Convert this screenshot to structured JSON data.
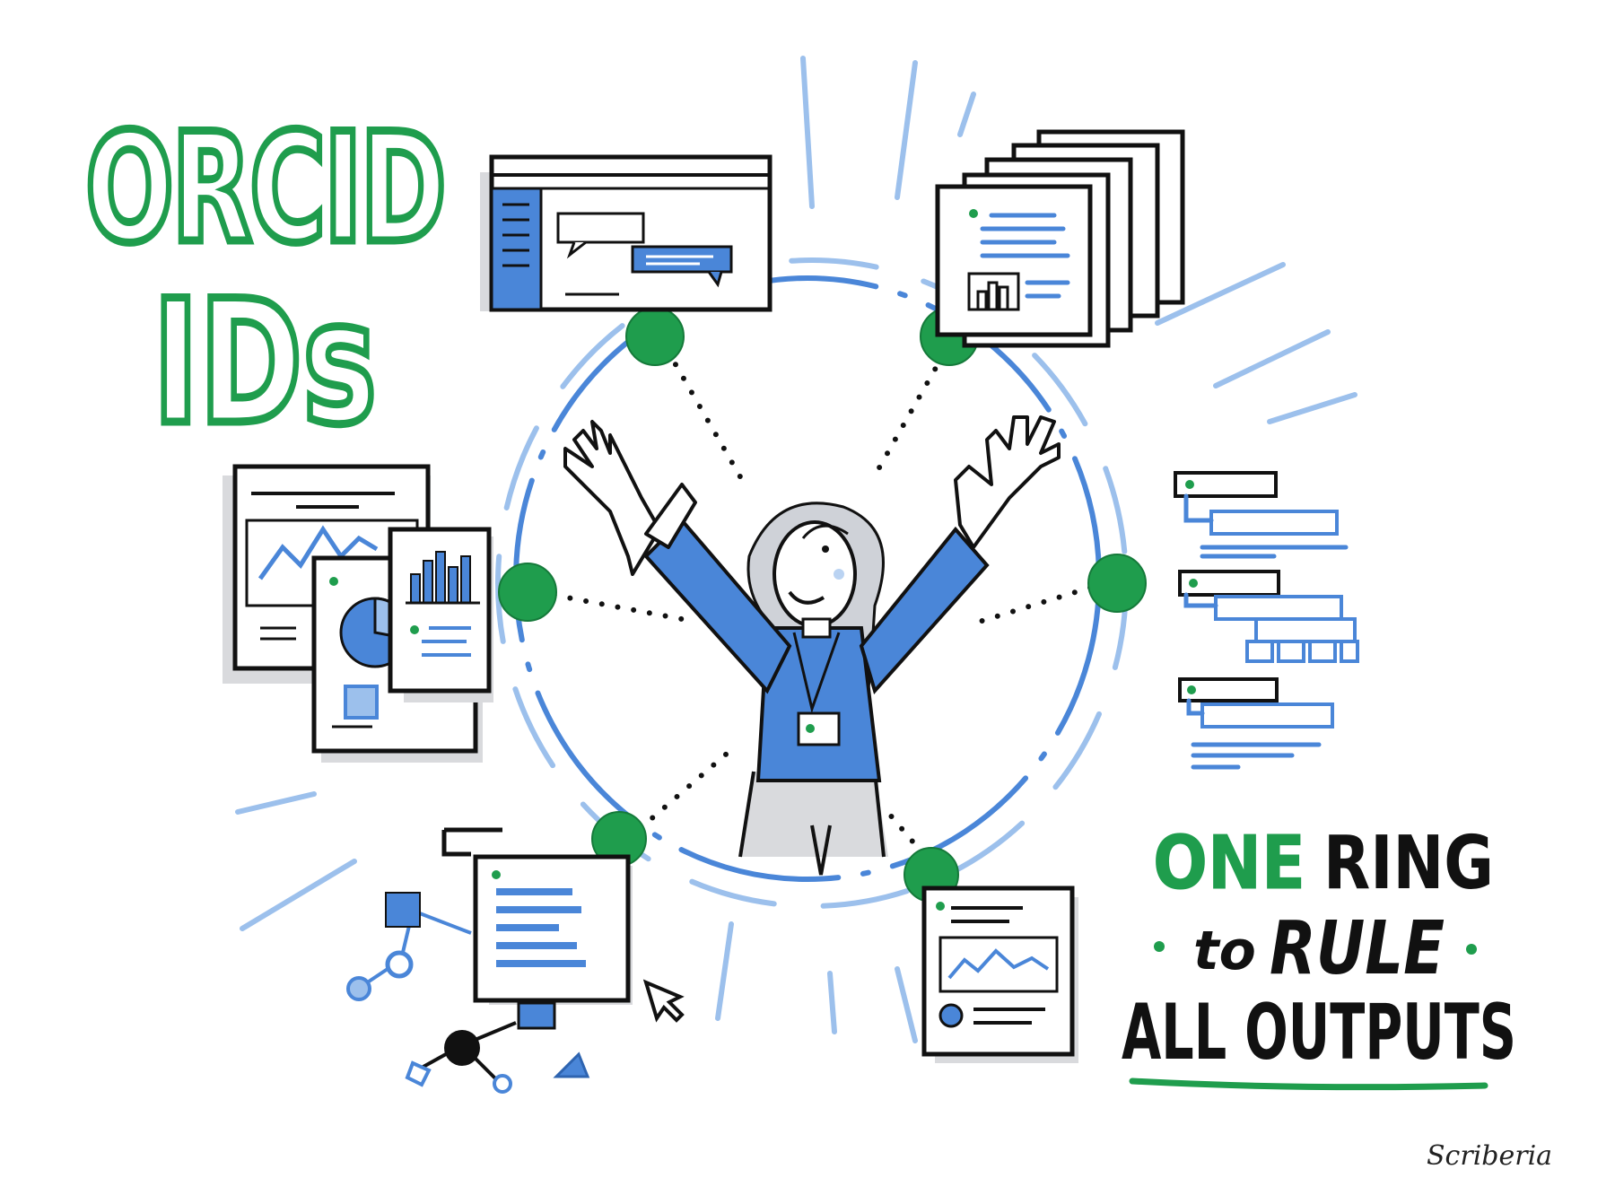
{
  "title": {
    "line1": "ORCID",
    "line2": "IDs"
  },
  "slogan": {
    "word1": "ONE",
    "word2": "RING",
    "word3": "to",
    "word4": "RULE",
    "word5": "ALL OUTPUTS"
  },
  "signature": "Scriberia",
  "colors": {
    "green": "#1f9d4d",
    "blue": "#4a86d8",
    "light_blue": "#9cc0ec",
    "ink": "#111111",
    "grey": "#d9dadd"
  },
  "illustration": {
    "center_figure": "person-with-raised-arms",
    "ring_nodes_count": 6,
    "outputs": [
      "web-app-window-icon",
      "document-stack-icon",
      "charts-and-reports-icon",
      "outline-list-icon",
      "network-diagram-and-document-icon",
      "report-with-chart-icon"
    ]
  }
}
